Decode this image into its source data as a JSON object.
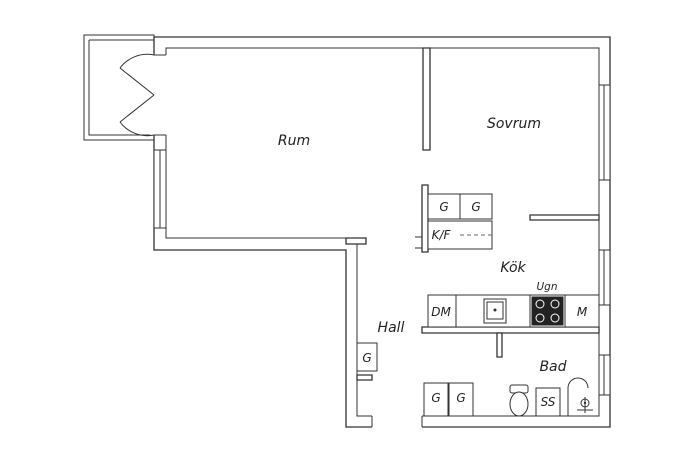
{
  "rooms": {
    "rum": "Rum",
    "sovrum": "Sovrum",
    "kok": "Kök",
    "hall": "Hall",
    "bad": "Bad"
  },
  "fixtures": {
    "garderob": "G",
    "kyl_frys": "K/F",
    "diskmaskin": "DM",
    "ugn": "Ugn",
    "mikro": "M",
    "tvattmaskin": "SS"
  },
  "colors": {
    "wall": "#333333",
    "background": "#ffffff",
    "stove": "#222222"
  }
}
